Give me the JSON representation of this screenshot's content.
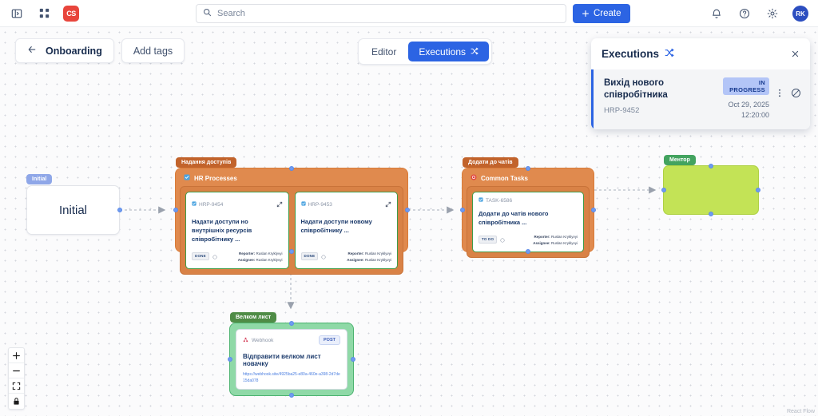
{
  "header": {
    "sidebar_toggle_icon": "panel-left-icon",
    "apps_icon": "grid-apps-icon",
    "logo_text": "CS",
    "search": {
      "placeholder": "Search",
      "value": "",
      "icon": "search-icon"
    },
    "create_label": "Create",
    "notifications_icon": "bell-icon",
    "help_icon": "help-circle-icon",
    "settings_icon": "gear-icon",
    "avatar_initials": "RK"
  },
  "toolbar": {
    "back_icon": "arrow-left-icon",
    "project_name": "Onboarding",
    "add_tags_label": "Add tags",
    "tabs": [
      {
        "label": "Editor",
        "active": false
      },
      {
        "label": "Executions",
        "active": true,
        "icon": "shuffle-icon"
      }
    ]
  },
  "executions_panel": {
    "title": "Executions",
    "title_icon": "shuffle-icon",
    "close_icon": "close-icon",
    "rows": [
      {
        "name": "Вихід нового співробітника",
        "key": "HRP-9452",
        "status": "IN PROGRESS",
        "date": "Oct 29, 2025",
        "time": "12:20:00",
        "more_icon": "dots-vertical-icon",
        "cancel_icon": "ban-circle-icon"
      }
    ]
  },
  "flow": {
    "initial_node": {
      "tag": "Initial",
      "label": "Initial"
    },
    "groups": [
      {
        "tag": "Надання доступів",
        "title": "HR Processes",
        "icon": "check-square-icon",
        "cards": [
          {
            "key": "HRP-9454",
            "key_icon": "check-square-icon",
            "expand_icon": "expand-icon",
            "title": "Надати доступи но внутрішніх ресурсів співробітнику ...",
            "status": "DONE",
            "status_icon": "circle-icon",
            "reporter_label": "Reporter:",
            "reporter": "Ruslan Kryklyvyi",
            "assignee_label": "Assignee:",
            "assignee": "Ruslan Kryklyvyi"
          },
          {
            "key": "HRP-9453",
            "key_icon": "check-square-icon",
            "expand_icon": "expand-icon",
            "title": "Надати доступи новому співробітнику ...",
            "status": "DONE",
            "status_icon": "circle-icon",
            "reporter_label": "Reporter:",
            "reporter": "Ruslan Kryklyvyi",
            "assignee_label": "Assignee:",
            "assignee": "Ruslan Kryklyvyi"
          }
        ]
      },
      {
        "tag": "Додати до чатів",
        "title": "Common Tasks",
        "icon": "target-icon",
        "cards": [
          {
            "key": "TASK-6586",
            "key_icon": "check-square-icon",
            "expand_icon": "",
            "title": "Додати до чатів нового співробітника ...",
            "status": "TO DO",
            "status_icon": "circle-icon",
            "reporter_label": "Reporter:",
            "reporter": "Ruslan Kryklyvyi",
            "assignee_label": "Assignee:",
            "assignee": "Ruslan Kryklyvyi"
          }
        ]
      }
    ],
    "webhook_node": {
      "tag": "Велком лист",
      "name": "Webhook",
      "name_icon": "webhook-icon",
      "method": "POST",
      "title": "Відправити велком лист новачку",
      "url": "https://webhook.site/4925ba25-e80a-460e-a398-2d7de15da078"
    },
    "mentor_node": {
      "tag": "Ментор"
    },
    "controls": {
      "zoom_in_icon": "plus-icon",
      "zoom_out_icon": "minus-icon",
      "fit_view_icon": "fit-view-icon",
      "lock_icon": "lock-icon"
    },
    "attribution": "React Flow"
  },
  "colors": {
    "accent": "#2c64e3",
    "group_orange": "#e08a4e",
    "card_green": "#3f9b48",
    "webhook_green": "#8fd9a7",
    "mentor_green": "#c3e356",
    "logo_red": "#e8453c"
  }
}
